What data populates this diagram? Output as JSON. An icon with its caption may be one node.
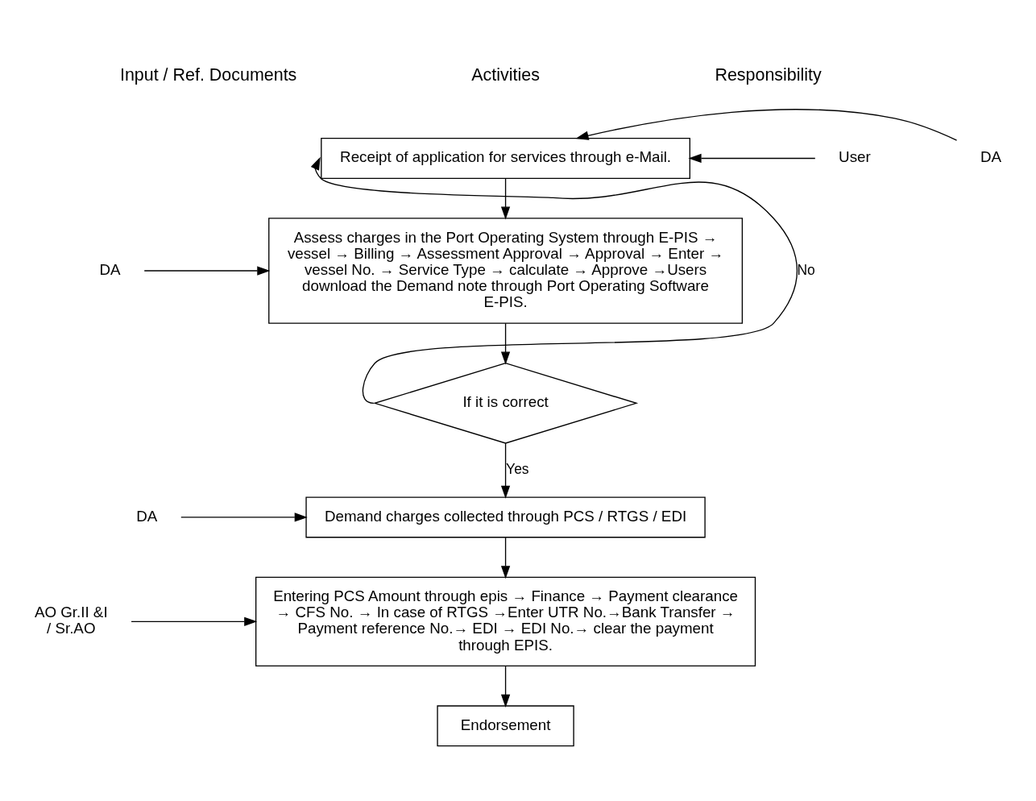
{
  "diagram": {
    "nodes": [
      {
        "text": [
          "Receipt of application for services through e-Mail."
        ]
      },
      {
        "text": [
          "Assess charges in the Port Operating System through E-PIS → vessel → Billing → Assessment Approval → Approval → Enter → vessel No. → Service Type → calculate → Approve →Users download the Demand note through Port Operating Software E-PIS."
        ]
      },
      {
        "text": [
          "If it is correct"
        ]
      },
      {
        "text": [
          "Demand charges collected through PCS / RTGS / EDI"
        ]
      },
      {
        "text": [
          "Entering PCS Amount through epis → Finance → Payment clearance → CFS No. → In case of RTGS →Enter UTR No.→Bank Transfer → Payment reference No.→ EDI → EDI No.→ clear the payment through EPIS."
        ]
      },
      {
        "text": [
          "Endorsement"
        ]
      },
      {
        "text": [
          "User"
        ]
      },
      {
        "text": [
          "DA"
        ]
      },
      {
        "text": [
          "DA"
        ]
      },
      {
        "text": [
          "DA"
        ]
      },
      {
        "text": [
          "AO Gr.II &I / Sr.AO"
        ]
      }
    ],
    "edges": [
      {
        "from": 6,
        "to": 0,
        "arrow": "to"
      },
      {
        "from": 7,
        "to": 0,
        "arrow": "to"
      },
      {
        "from": 0,
        "to": 1,
        "arrow": "to"
      },
      {
        "from": 8,
        "to": 1,
        "arrow": "to"
      },
      {
        "from": 1,
        "to": 2,
        "arrow": "to"
      },
      {
        "from": 2,
        "to": 0,
        "arrow": "to",
        "label": "No"
      },
      {
        "from": 2,
        "to": 3,
        "arrow": "to",
        "label": "Yes"
      },
      {
        "from": 9,
        "to": 3,
        "arrow": "to"
      },
      {
        "from": 3,
        "to": 4,
        "arrow": "to"
      },
      {
        "from": 10,
        "to": 4,
        "arrow": "to"
      },
      {
        "from": 4,
        "to": 5,
        "arrow": "to"
      }
    ],
    "labels": [
      "Input / Ref. Documents",
      "Activities",
      "Responsibility"
    ]
  }
}
